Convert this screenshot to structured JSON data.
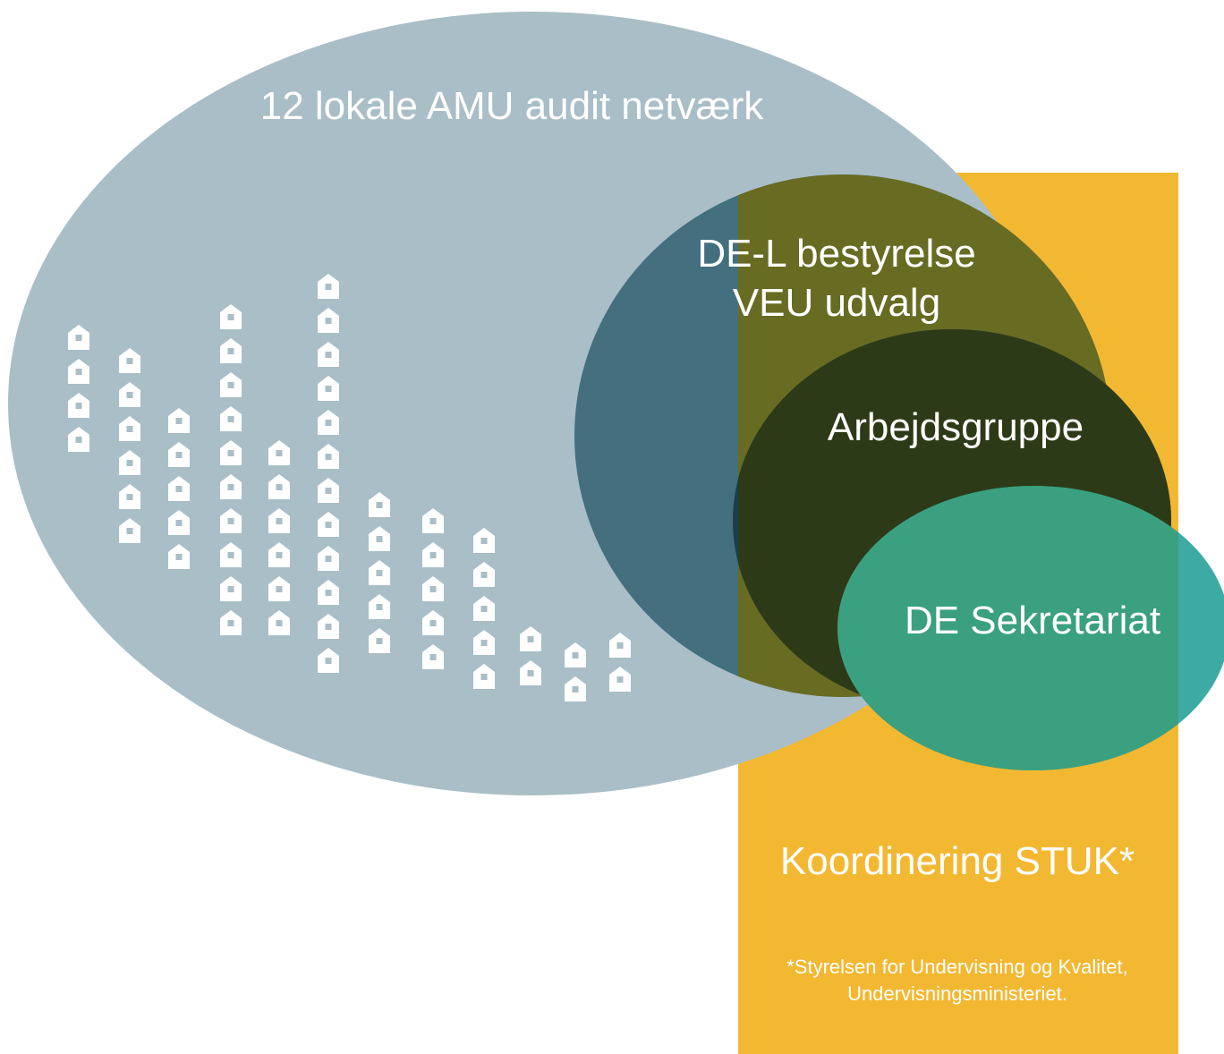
{
  "network": {
    "title": "12 lokale AMU audit netværk",
    "building_counts": [
      4,
      6,
      5,
      10,
      6,
      12,
      5,
      5,
      5,
      2,
      2,
      2
    ]
  },
  "board": {
    "line1": "DE-L bestyrelse",
    "line2": "VEU udvalg"
  },
  "working_group": {
    "label": "Arbejdsgruppe"
  },
  "secretariat": {
    "label": "DE Sekretariat"
  },
  "coordination": {
    "label": "Koordinering STUK*",
    "footnote_line1": "*Styrelsen for Undervisning og Kvalitet,",
    "footnote_line2": "Undervisningsministeriet."
  },
  "colors": {
    "network": "#a9bec7",
    "board": "#436f7e",
    "working_group": "#1e3c4c",
    "secretariat": "#1b9c94",
    "coordination": "#f3b832",
    "board_over_orange": "#686b22",
    "wg_over_orange": "#2d3a17",
    "sec_over_orange": "#3aa07f",
    "building": "#ffffff",
    "window": "#a9bec7"
  }
}
